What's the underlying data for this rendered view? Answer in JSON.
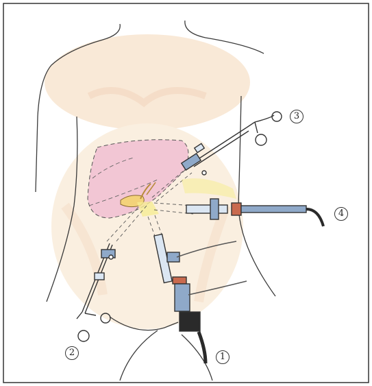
{
  "figure": {
    "labels": {
      "port1": "1",
      "port2": "2",
      "port3": "3",
      "port4": "4"
    },
    "colors": {
      "border": "#333333",
      "skin_shade": "#f0c9a0",
      "liver": "#f2c6d4",
      "gallbladder": "#f3d27a",
      "cable": "#2a2a2a",
      "instrument": "#8fa9c9",
      "ring": "#c96a4e"
    }
  }
}
